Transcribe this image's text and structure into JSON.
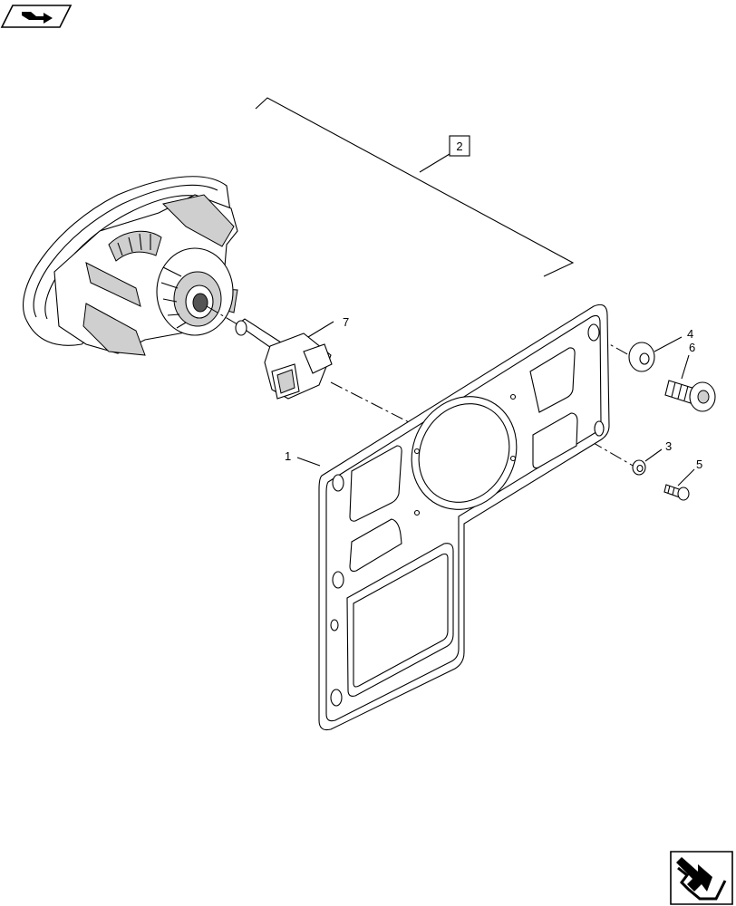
{
  "callouts": {
    "item_1": "1",
    "item_2": "2",
    "item_3": "3",
    "item_4": "4",
    "item_5": "5",
    "item_6": "6",
    "item_7": "7"
  },
  "icons": {
    "top_left": "previous-page-arrow-icon",
    "bottom_right": "next-page-arrow-icon"
  },
  "colors": {
    "line": "#000000",
    "shade": "#cfcfcf",
    "background": "#ffffff"
  }
}
